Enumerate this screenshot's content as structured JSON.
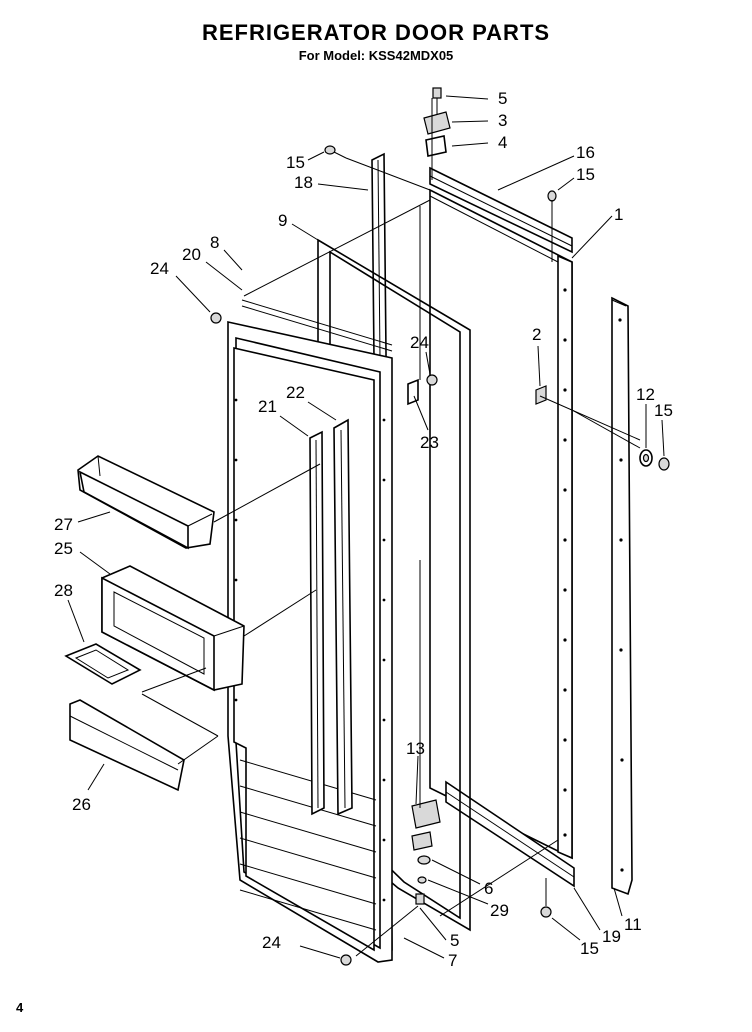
{
  "header": {
    "title": "REFRIGERATOR DOOR PARTS",
    "subtitle": "For Model: KSS42MDX05"
  },
  "footer": {
    "page_number": "4"
  },
  "callouts": {
    "c5_top": "5",
    "c3": "3",
    "c4": "4",
    "c16": "16",
    "c15_tr": "15",
    "c15_tl": "15",
    "c18": "18",
    "c9": "9",
    "c1": "1",
    "c8": "8",
    "c20": "20",
    "c24_l": "24",
    "c24_m": "24",
    "c2": "2",
    "c22": "22",
    "c21": "21",
    "c23": "23",
    "c12": "12",
    "c15_r": "15",
    "c27": "27",
    "c25": "25",
    "c28": "28",
    "c26": "26",
    "c13": "13",
    "c6": "6",
    "c29": "29",
    "c11": "11",
    "c19": "19",
    "c15_b": "15",
    "c24_b": "24",
    "c5_b": "5",
    "c7": "7"
  }
}
